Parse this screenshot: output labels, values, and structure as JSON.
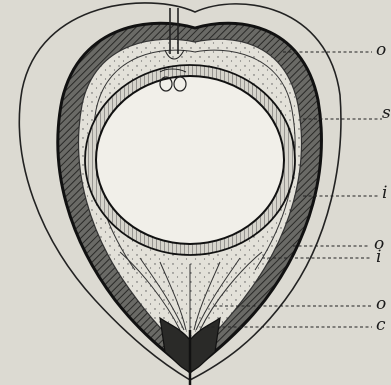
{
  "figure": {
    "labels": [
      "o",
      "s",
      "i",
      "o",
      "i",
      "o",
      "c"
    ]
  }
}
